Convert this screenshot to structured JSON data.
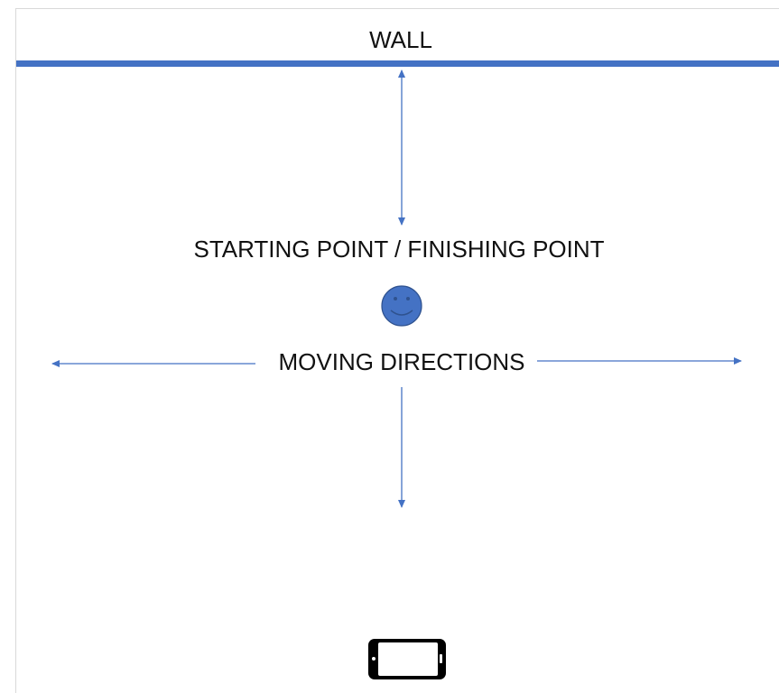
{
  "labels": {
    "wall": "WALL",
    "start_finish": "STARTING POINT / FINISHING POINT",
    "moving": "MOVING DIRECTIONS"
  },
  "colors": {
    "wall": "#4472c4",
    "arrow": "#4472c4",
    "smiley": "#4472c4",
    "smiley_outline": "#2f528f",
    "phone": "#000000",
    "text": "#111111"
  },
  "icons": {
    "smiley": "smiley-face-icon",
    "phone": "smartphone-icon"
  }
}
